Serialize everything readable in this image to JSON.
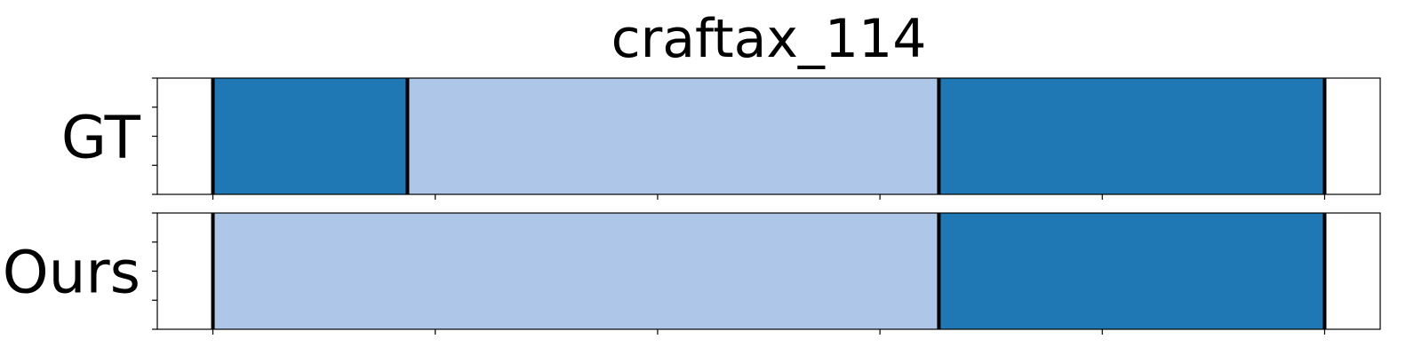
{
  "chart_data": {
    "type": "bar",
    "title": "craftax_114",
    "xlim": [
      -0.05,
      1.05
    ],
    "x_ticks": [
      0,
      0.2,
      0.4,
      0.6,
      0.8,
      1.0
    ],
    "rows": [
      {
        "label": "GT",
        "segments": [
          {
            "start": 0.0,
            "end": 0.175,
            "class": "dark"
          },
          {
            "start": 0.175,
            "end": 0.653,
            "class": "light"
          },
          {
            "start": 0.653,
            "end": 1.0,
            "class": "dark"
          }
        ],
        "boundaries": [
          0.0,
          0.175,
          0.653,
          1.0
        ]
      },
      {
        "label": "Ours",
        "segments": [
          {
            "start": 0.0,
            "end": 0.653,
            "class": "light"
          },
          {
            "start": 0.653,
            "end": 1.0,
            "class": "dark"
          }
        ],
        "boundaries": [
          0.0,
          0.653,
          1.0
        ]
      }
    ],
    "colors": {
      "dark": "#1f77b4",
      "light": "#aec7e8",
      "boundary": "#000000"
    },
    "grid": false,
    "legend": "none"
  }
}
